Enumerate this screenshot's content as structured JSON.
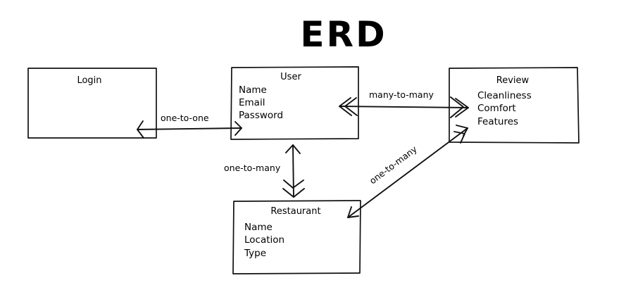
{
  "title": "ERD",
  "entities": {
    "login": {
      "name": "Login",
      "attributes": []
    },
    "user": {
      "name": "User",
      "attributes": [
        "Name",
        "Email",
        "Password"
      ]
    },
    "review": {
      "name": "Review",
      "attributes": [
        "Cleanliness",
        "Comfort",
        "Features"
      ]
    },
    "restaurant": {
      "name": "Restaurant",
      "attributes": [
        "Name",
        "Location",
        "Type"
      ]
    }
  },
  "relationships": {
    "login_user": "one-to-one",
    "user_review": "many-to-many",
    "user_restaurant": "one-to-many",
    "review_restaurant": "one-to-many"
  }
}
